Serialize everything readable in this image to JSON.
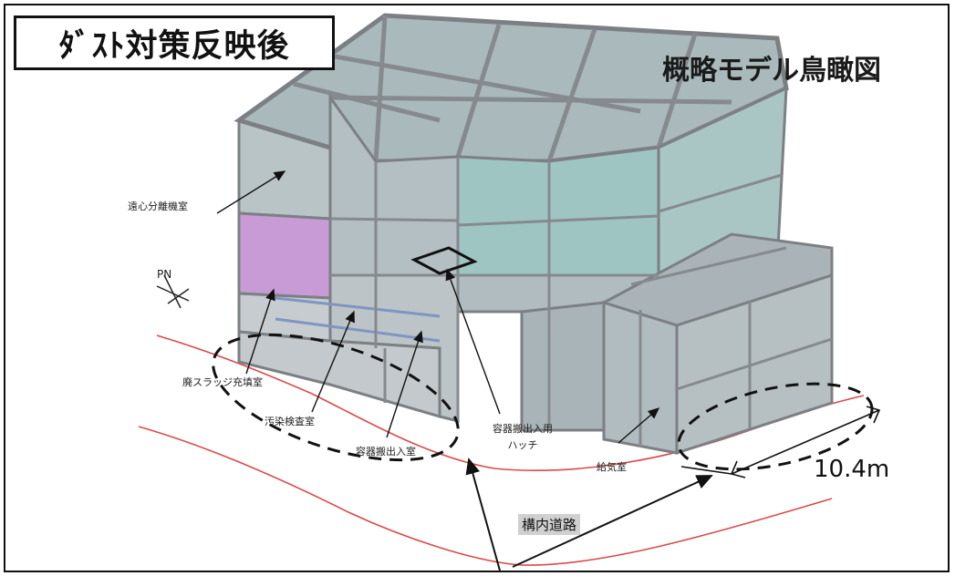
{
  "title": "ﾀﾞｽﾄ対策反映後",
  "subtitle": "概略モデル鳥瞰図",
  "north_label": "PN",
  "rooms": {
    "centrifuge": "遠心分離機室",
    "sludge": "廃スラッジ充填室",
    "contamination": "汚染検査室",
    "container_out": "容器搬出入室",
    "hatch_line1": "容器搬出入用",
    "hatch_line2": "ハッチ",
    "air_supply": "給気室"
  },
  "dimension_label": "10.4m",
  "road_label": "構内道路",
  "colors": {
    "frame": "#8c8f94",
    "glass": "#aab7bb",
    "glass_teal": "#8fbfbc",
    "purple_wall": "#c89bd6",
    "road_line": "#d94b4b",
    "annotation": "#111111"
  }
}
